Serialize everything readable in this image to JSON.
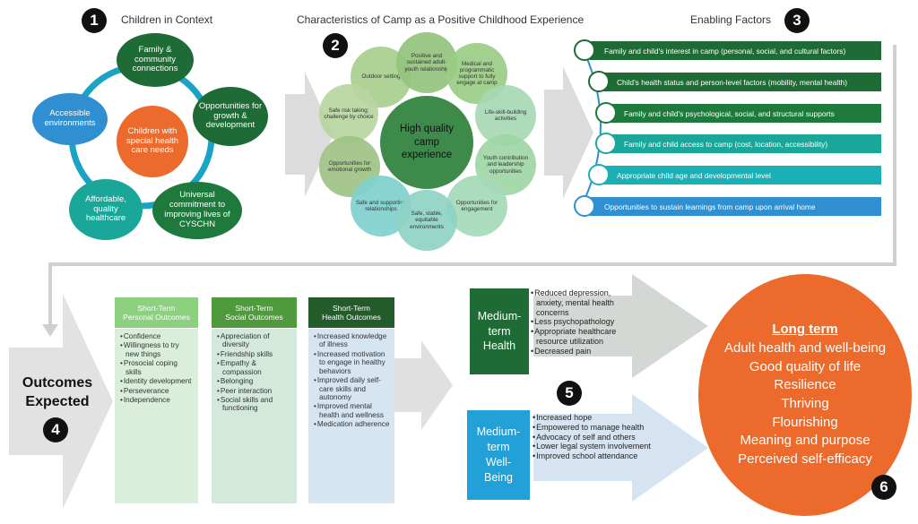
{
  "sections": {
    "s1": {
      "number": "1",
      "title": "Children in Context"
    },
    "s2": {
      "number": "2",
      "title": "Characteristics of Camp as a Positive Childhood Experience"
    },
    "s3": {
      "number": "3",
      "title": "Enabling Factors"
    },
    "s4": {
      "number": "4",
      "title_line1": "Outcomes",
      "title_line2": "Expected"
    },
    "s5": {
      "number": "5"
    },
    "s6": {
      "number": "6"
    }
  },
  "context": {
    "center": "Children with special health care needs",
    "family": "Family & community connections",
    "opportunities": "Opportunities for growth & development",
    "universal": "Universal commitment to improving lives of CYSCHN",
    "affordable": "Affordable, quality healthcare",
    "accessible": "Accessible environments"
  },
  "camp": {
    "center": "High quality camp experience",
    "positive": "Positive and sustained adult-youth relationship",
    "medical": "Medical and programmatic support to fully engage at camp",
    "life_skill": "Life-skill-building activities",
    "youth": "Youth contribution and leadership opportunities",
    "engagement": "Opportunities for engagement",
    "safe_stable": "Safe, stable, equitable environments",
    "safe_supportive": "Safe and supportive relationships",
    "emotional": "Opportunities for emotional growth",
    "risk": "Safe risk taking; challenge by choice",
    "outdoor": "Outdoor setting"
  },
  "enabling": [
    "Family and child's interest in camp (personal, social, and cultural factors)",
    "Child's health status and person-level factors (mobility, mental health)",
    "Family and child's psychological, social, and structural supports",
    "Family and child access to camp (cost, location, accessibility)",
    "Appropriate child age and developmental level",
    "Opportunities to sustain learnings from camp upon arrival home"
  ],
  "short_term": {
    "personal": {
      "head1": "Short-Term",
      "head2": "Personal Outcomes",
      "items": [
        "Confidence",
        "Willingness to try new things",
        "Prosocial coping skills",
        "Identity development",
        "Perseverance",
        "Independence"
      ]
    },
    "social": {
      "head1": "Short-Term",
      "head2": "Social Outcomes",
      "items": [
        "Appreciation of diversity",
        "Friendship skills",
        "Empathy & compassion",
        "Belonging",
        "Peer interaction",
        "Social skills and functioning"
      ]
    },
    "health": {
      "head1": "Short-Term",
      "head2": "Health Outcomes",
      "items": [
        "Increased knowledge of illness",
        "Increased motivation to engage in healthy behaviors",
        "Improved daily self-care skills and autonomy",
        "Improved mental health and wellness",
        "Medication adherence"
      ]
    }
  },
  "medium_term": {
    "health": {
      "label1": "Medium-",
      "label2": "term",
      "label3": "Health",
      "items": [
        "Reduced depression, anxiety, mental health concerns",
        "Less psychopathology",
        "Appropriate healthcare resource utilization",
        "Decreased pain"
      ]
    },
    "wellbeing": {
      "label1": "Medium-",
      "label2": "term",
      "label3": "Well-",
      "label4": "Being",
      "items": [
        "Increased hope",
        "Empowered to manage health",
        "Advocacy of self and others",
        "Lower legal system involvement",
        "Improved school attendance"
      ]
    }
  },
  "long_term": {
    "title": "Long term",
    "lines": [
      "Adult health and well-being",
      "Good quality of life",
      "Resilience",
      "Thriving",
      "Flourishing",
      "Meaning and purpose",
      "Perceived self-efficacy"
    ]
  },
  "colors": {
    "dark_green": "#1e6b35",
    "teal": "#1aa79a",
    "blue": "#2f8fd0",
    "orange": "#ec6a2c",
    "light_green_bg": "#d5ecd9",
    "light_blue_bg": "#d2e4f2",
    "arrow_gray": "#d9d9d9"
  }
}
